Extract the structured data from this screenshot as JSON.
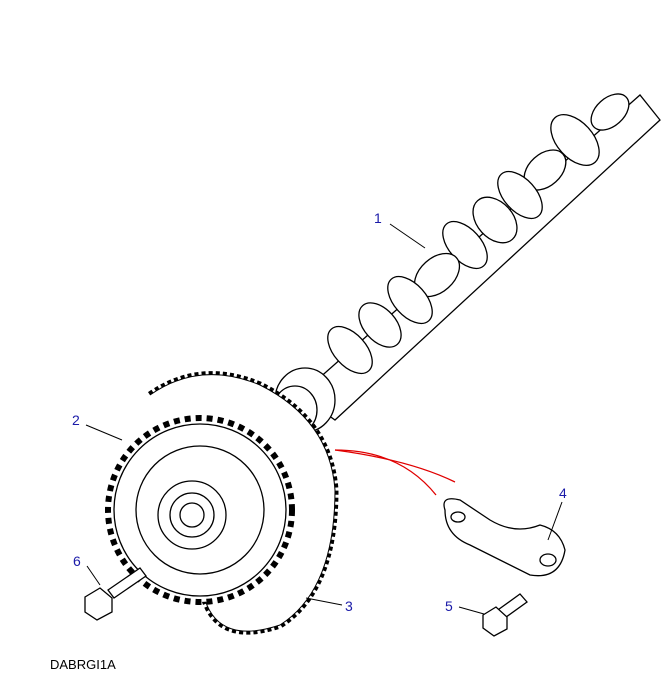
{
  "diagram": {
    "code": "DABRGI1A",
    "callouts": [
      {
        "label": "1",
        "part": "camshaft"
      },
      {
        "label": "2",
        "part": "camshaft-sprocket"
      },
      {
        "label": "3",
        "part": "timing-chain"
      },
      {
        "label": "4",
        "part": "thrust-plate"
      },
      {
        "label": "5",
        "part": "thrust-plate-bolt"
      },
      {
        "label": "6",
        "part": "sprocket-bolt"
      }
    ],
    "colors": {
      "callout": "#1a1aa8",
      "linework": "#000000",
      "assembly_arrow": "#e00000"
    }
  }
}
